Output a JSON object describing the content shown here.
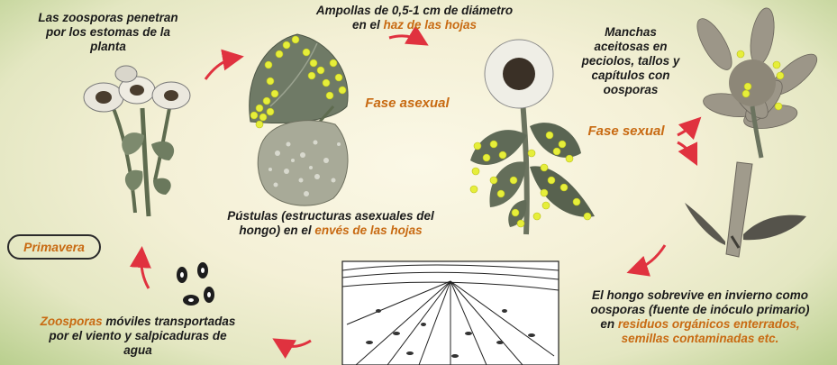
{
  "labels": {
    "zoosporas_penetran": "Las zoosporas penetran por los estomas de la planta",
    "ampollas_line1": "Ampollas de 0,5-1 cm de diámetro",
    "ampollas_line2_pre": "en el ",
    "ampollas_line2_hl": "haz de las hojas",
    "fase_asexual": "Fase asexual",
    "manchas": "Manchas aceitosas en peciolos, tallos y capítulos con oosporas",
    "fase_sexual": "Fase sexual",
    "pustulas_line1": "Pústulas (estructuras asexuales del",
    "pustulas_line2_pre": "hongo) en el ",
    "pustulas_line2_hl": "envés de las hojas",
    "primavera": "Primavera",
    "zoosporas_hl": "Zoosporas",
    "zoosporas_rest": " móviles transportadas por el viento y salpicaduras de agua",
    "hongo_line1": "El hongo sobrevive en invierno como",
    "hongo_line2": "oosporas (fuente de inóculo primario)",
    "hongo_line3_pre": "en ",
    "hongo_line3_hl": "residuos orgánicos enterrados,",
    "hongo_line4_hl": "semillas contaminadas etc."
  },
  "colors": {
    "highlight": "#c86a12",
    "arrow": "#e0323f",
    "spot": "#e6ee3a"
  }
}
